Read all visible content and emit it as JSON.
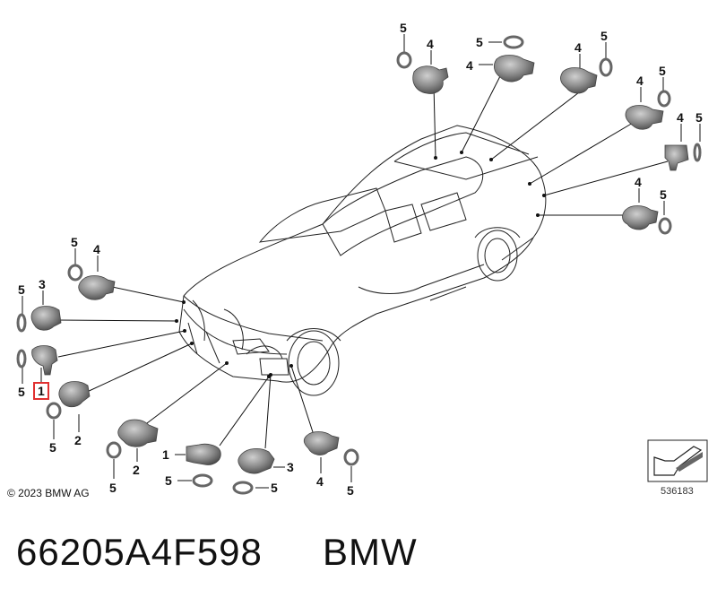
{
  "labels": {
    "c1": "5",
    "c2": "4",
    "c3": "5",
    "c4": "4",
    "c5": "4",
    "c6": "5",
    "c7": "5",
    "c8": "4",
    "c9": "4",
    "c10": "5",
    "c11": "4",
    "c12": "5",
    "c13": "5",
    "c14": "4",
    "c15": "3",
    "c16": "5",
    "c17": "5",
    "c18": "1",
    "c19": "5",
    "c20": "2",
    "c21": "1",
    "c22": "2",
    "c23": "5",
    "c24": "5",
    "c25": "3",
    "c26": "5",
    "c27": "4",
    "c28": "5"
  },
  "copyright": "© 2023 BMW AG",
  "diagram_number": "536183",
  "part_number": "66205A4F598",
  "brand": "BMW",
  "colors": {
    "sensor": "#8a8a8a",
    "line": "#111111",
    "highlight": "#e03030"
  }
}
